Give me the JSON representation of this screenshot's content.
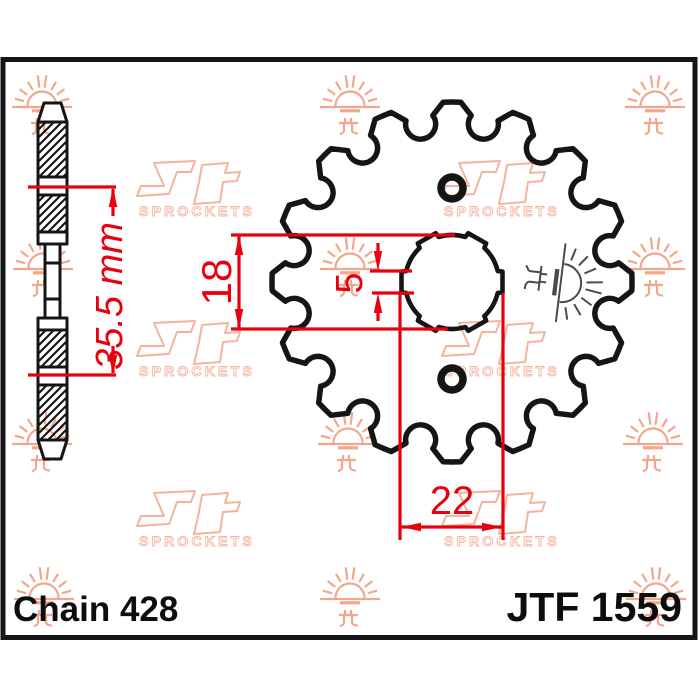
{
  "drawing": {
    "part_number": "JTF 1559",
    "chain_label": "Chain 428",
    "dim_side_width": "35.5 mm",
    "dim_inner": "18",
    "dim_notch_height": "5",
    "dim_bore": "22",
    "teeth_count": 16,
    "bore_notch_count": 6,
    "bolt_hole_count": 2,
    "colors": {
      "line": "#151515",
      "dimension_red": "#e8000e",
      "watermark_peach": "#f2a78c",
      "stamp_gray": "#4a4a4a",
      "background": "#ffffff"
    }
  },
  "watermark": {
    "brand": "Jt",
    "brand_sub": "SPROCKETS",
    "sun_icon": "rising-sun-icon"
  }
}
